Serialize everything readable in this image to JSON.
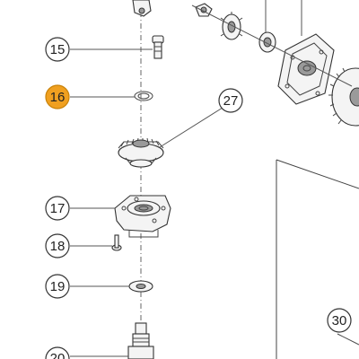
{
  "diagram": {
    "callouts": [
      {
        "id": "15",
        "label": "15",
        "highlighted": false
      },
      {
        "id": "16",
        "label": "16",
        "highlighted": true
      },
      {
        "id": "27",
        "label": "27",
        "highlighted": false
      },
      {
        "id": "17",
        "label": "17",
        "highlighted": false
      },
      {
        "id": "18",
        "label": "18",
        "highlighted": false
      },
      {
        "id": "19",
        "label": "19",
        "highlighted": false
      },
      {
        "id": "30",
        "label": "30",
        "highlighted": false
      },
      {
        "id": "20",
        "label": "20",
        "highlighted": false
      }
    ],
    "colors": {
      "highlight": "#f0a020",
      "line": "#333333"
    }
  }
}
